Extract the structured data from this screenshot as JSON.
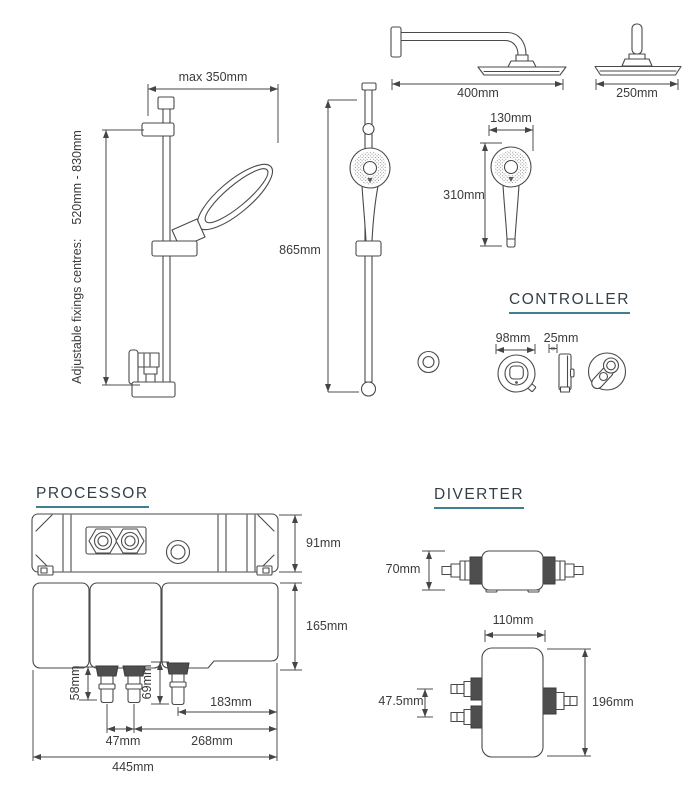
{
  "page": {
    "background": "#ffffff"
  },
  "colors": {
    "line": "#4a4a4a",
    "dimension": "#454545",
    "text": "#3b3b3b",
    "title_text": "#333f47",
    "accent_underline": "#3e7f92",
    "dark_fill": "#4e4e4e"
  },
  "labels": {
    "riser_max_width": "max 350mm",
    "riser_fixings_prefix": "Adjustable fixings centres:",
    "riser_fixings_range": "520mm - 830mm",
    "riser_height": "865mm"
  },
  "overhead": {
    "arm_width": "400mm",
    "head_width": "250mm"
  },
  "handset": {
    "head_width": "130mm",
    "length": "310mm"
  },
  "controller": {
    "title": "CONTROLLER",
    "diameter": "98mm",
    "depth": "25mm"
  },
  "processor": {
    "title": "PROCESSOR",
    "depth": "91mm",
    "height": "165mm",
    "pipe1_length": "58mm",
    "pipe3_length": "69mm",
    "pipe3_to_edge": "183mm",
    "pipe_spacing": "47mm",
    "pipe2_to_edge": "268mm",
    "width": "445mm"
  },
  "diverter": {
    "title": "DIVERTER",
    "depth": "70mm",
    "width": "110mm",
    "port_spacing": "47.5mm",
    "height": "196mm"
  }
}
